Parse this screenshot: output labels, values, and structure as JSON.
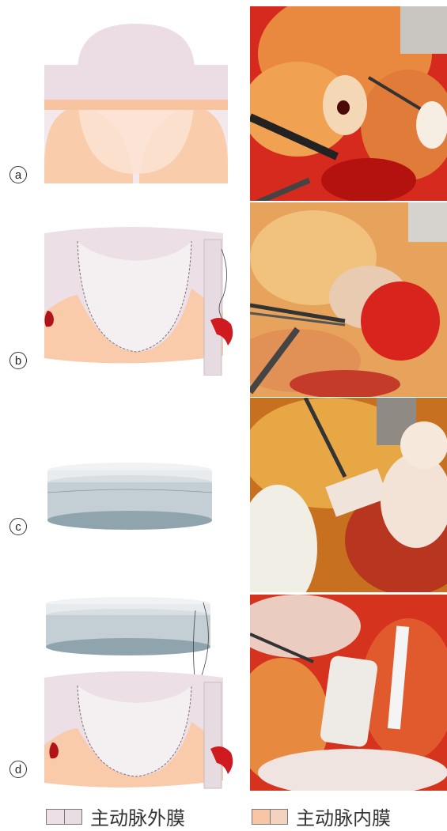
{
  "panels": [
    {
      "label": "a"
    },
    {
      "label": "b"
    },
    {
      "label": "c"
    },
    {
      "label": "d"
    }
  ],
  "legend": [
    {
      "label": "主动脉外膜",
      "color_light": "#ece0e6",
      "color_dark": "#e9dde4"
    },
    {
      "label": "主动脉内膜",
      "color_light": "#f8c6a4",
      "color_dark": "#f4d2c0"
    }
  ],
  "colors": {
    "adventitia": "#eadde4",
    "intima": "#f9cba9",
    "graft": "#c3ced5",
    "blood": "#c8151b",
    "tissue": "#e2704f"
  },
  "photos": [
    {
      "name": "photo-a-sinus-dissection"
    },
    {
      "name": "photo-b-commissure-suture"
    },
    {
      "name": "photo-c-graft-placement"
    },
    {
      "name": "photo-d-graft-anastomosis"
    }
  ]
}
